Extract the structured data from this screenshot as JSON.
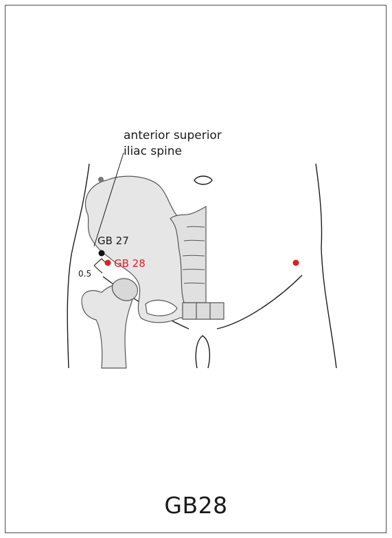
{
  "labels": {
    "landmark_line1": "anterior superior",
    "landmark_line2": "iliac spine",
    "point_gb27": "GB 27",
    "point_gb28": "GB 28",
    "measure": "0.5"
  },
  "caption": "GB28",
  "colors": {
    "outline": "#1a1a1a",
    "bone_fill": "#e6e6e6",
    "bone_stroke": "#555555",
    "acupoint_red": "#e02020",
    "acupoint_black": "#111111",
    "marker_grey": "#777777"
  }
}
